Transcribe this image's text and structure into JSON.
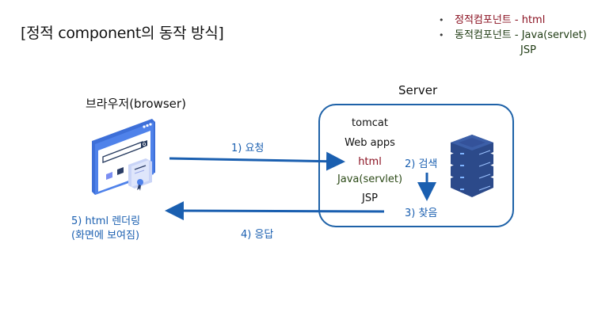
{
  "title": "[정적 component의 동작 방식]",
  "legend": {
    "items": [
      {
        "label": "정적컴포넌트 - html",
        "color": "#8a1020"
      },
      {
        "label": "동적컴포넌트 - Java(servlet)",
        "continuation": "JSP",
        "color": "#1e3a12"
      }
    ],
    "bullet": "•"
  },
  "browser": {
    "label": "브라우저(browser)"
  },
  "server": {
    "label": "Server",
    "contents": [
      "tomcat",
      "Web apps",
      "html",
      "Java(servlet)",
      "JSP"
    ]
  },
  "steps": {
    "request": "1) 요청",
    "search": "2) 검색",
    "found": "3) 찾음",
    "response": "4) 응답",
    "render_line1": "5) html 렌더링",
    "render_line2": "(화면에 보여짐)"
  },
  "colors": {
    "arrow": "#1a5fb0",
    "server_box": "#1e62a8",
    "static_text": "#8a1020",
    "dynamic_text": "#2c4a17"
  }
}
